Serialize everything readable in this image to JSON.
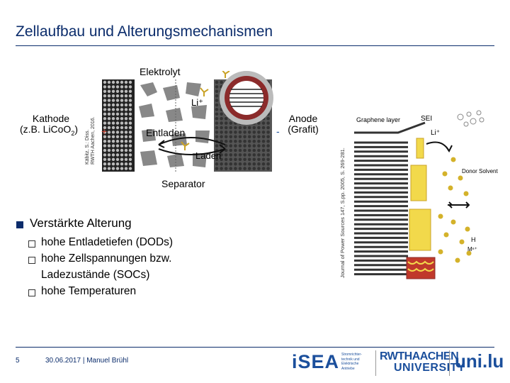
{
  "title": "Zellaufbau und Alterungsmechanismen",
  "cell_diagram": {
    "electrolyte_label": "Elektrolyt",
    "li_ion_label": "Li⁺",
    "cathode_label_line1": "Kathode",
    "cathode_label_line2_prefix": "(z.B. LiCoO",
    "cathode_label_line2_sub": "2",
    "cathode_label_line2_suffix": ")",
    "anode_label_line1": "Anode",
    "anode_label_line2": "(Grafit)",
    "discharge_label": "Entladen",
    "charge_label": "Laden",
    "separator_label": "Separator",
    "plus_sign": "+",
    "minus_sign": "-",
    "source_line1": "Käbitz, S.: Diss.",
    "source_line2": "RWTH Aachen, 2016."
  },
  "aging_diagram": {
    "graphene_label": "Graphene layer",
    "sei_label": "SEI",
    "li_label": "Li⁺",
    "donor_solvent_label": "Donor Solvent",
    "h_label": "H",
    "m_label": "Mⁿ⁺",
    "source_line": "Journal of Power Sources 147, S.pp. 2005, S. 269-281."
  },
  "content": {
    "main_bullet": "Verstärkte Alterung",
    "sub_bullets": [
      "hohe Entladetiefen (DODs)",
      "hohe Zellspannungen bzw.",
      "Ladezustände (SOCs)",
      "hohe Temperaturen"
    ]
  },
  "footer": {
    "page_number": "5",
    "text": "30.06.2017  |  Manuel Brühl",
    "logo_isea": "iSEA",
    "logo_isea_sub": "Stromrichter-technik und Elektrische Antriebe",
    "logo_rwth_1": "RWTHAACHEN",
    "logo_rwth_2": "UNIVERSITY",
    "logo_unilu": "uni.lu"
  },
  "colors": {
    "title": "#0b2c6b",
    "anode_gray": "#555555",
    "sei_yellow": "#f2d94b",
    "plus_red": "#c0392b",
    "logo_blue": "#1b4f9c",
    "logo_red": "#c0392b"
  }
}
